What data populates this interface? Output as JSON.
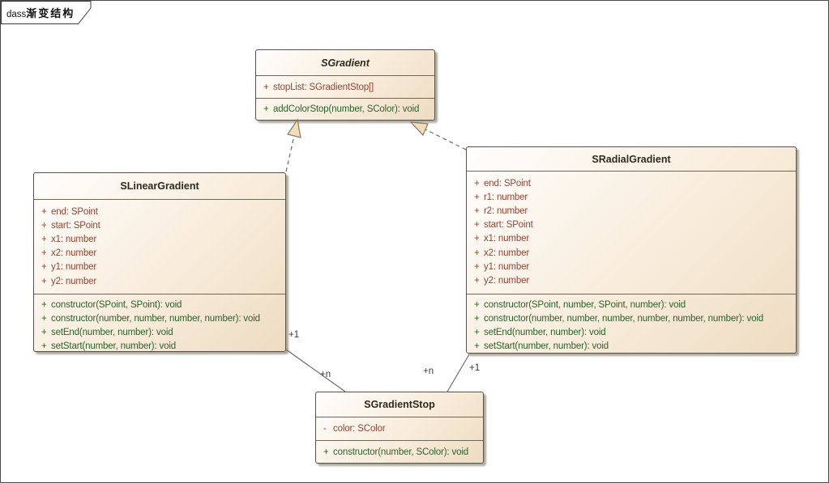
{
  "frame": {
    "tab_prefix": "dass",
    "tab_title": "渐变结构"
  },
  "classes": {
    "gradient": {
      "title": "SGradient",
      "abstract": true,
      "attributes": [
        {
          "vis": "+",
          "text": "stopList: SGradientStop[]"
        }
      ],
      "operations": [
        {
          "vis": "+",
          "text": "addColorStop(number, SColor): void"
        }
      ]
    },
    "linear": {
      "title": "SLinearGradient",
      "attributes": [
        {
          "vis": "+",
          "text": "end: SPoint"
        },
        {
          "vis": "+",
          "text": "start: SPoint"
        },
        {
          "vis": "+",
          "text": "x1: number"
        },
        {
          "vis": "+",
          "text": "x2: number"
        },
        {
          "vis": "+",
          "text": "y1: number"
        },
        {
          "vis": "+",
          "text": "y2: number"
        }
      ],
      "operations": [
        {
          "vis": "+",
          "text": "constructor(SPoint, SPoint): void"
        },
        {
          "vis": "+",
          "text": "constructor(number, number, number, number): void"
        },
        {
          "vis": "+",
          "text": "setEnd(number, number): void"
        },
        {
          "vis": "+",
          "text": "setStart(number, number): void"
        }
      ]
    },
    "radial": {
      "title": "SRadialGradient",
      "attributes": [
        {
          "vis": "+",
          "text": "end: SPoint"
        },
        {
          "vis": "+",
          "text": "r1: number"
        },
        {
          "vis": "+",
          "text": "r2: number"
        },
        {
          "vis": "+",
          "text": "start: SPoint"
        },
        {
          "vis": "+",
          "text": "x1: number"
        },
        {
          "vis": "+",
          "text": "x2: number"
        },
        {
          "vis": "+",
          "text": "y1: number"
        },
        {
          "vis": "+",
          "text": "y2: number"
        }
      ],
      "operations": [
        {
          "vis": "+",
          "text": "constructor(SPoint, number, SPoint, number): void"
        },
        {
          "vis": "+",
          "text": "constructor(number, number, number, number, number, number): void"
        },
        {
          "vis": "+",
          "text": "setEnd(number, number): void"
        },
        {
          "vis": "+",
          "text": "setStart(number, number): void"
        }
      ]
    },
    "stop": {
      "title": "SGradientStop",
      "attributes": [
        {
          "vis": "-",
          "text": "color: SColor"
        }
      ],
      "operations": [
        {
          "vis": "+",
          "text": "constructor(number, SColor): void"
        }
      ]
    }
  },
  "connectors": {
    "linear_to_stop": {
      "source_multiplicity": "+1",
      "target_multiplicity": "+n"
    },
    "radial_to_stop": {
      "source_multiplicity": "+1",
      "target_multiplicity": "+n"
    }
  },
  "colors": {
    "attribute_text": "#8e4638",
    "operation_text": "#2c5f2c",
    "box_fill_light": "#fffefd",
    "box_fill_dark": "#eedcc2",
    "box_border": "#575349",
    "connector_line": "#6a6a6a",
    "triangle_fill": "#f2ddba",
    "triangle_stroke": "#8a7a5e"
  }
}
